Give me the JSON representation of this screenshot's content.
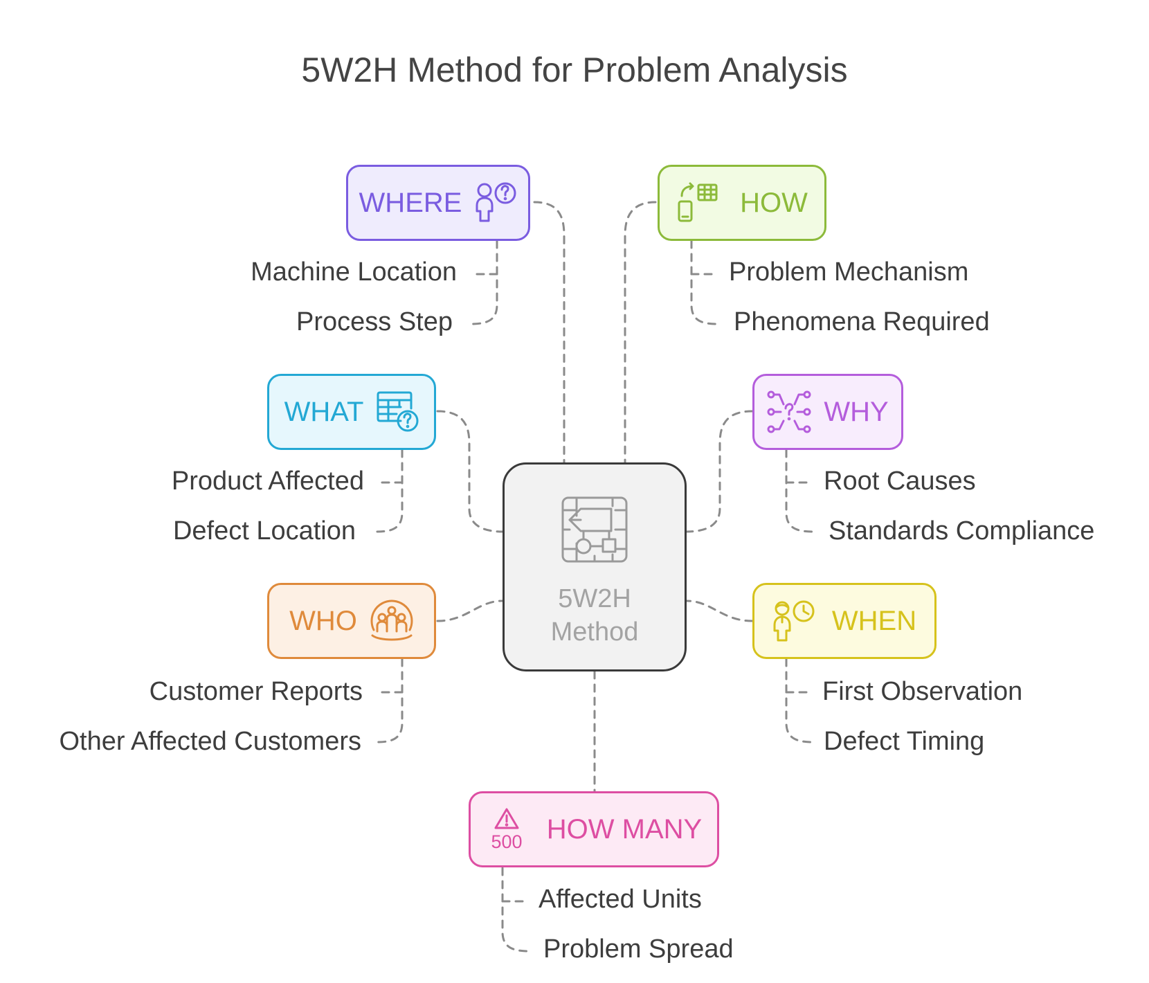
{
  "title": "5W2H Method for Problem Analysis",
  "center": {
    "line1": "5W2H",
    "line2": "Method",
    "icon": "flowchart-icon",
    "border": "#3a3a3a",
    "fill": "#f2f2f2",
    "text": "#a3a3a3"
  },
  "categories": {
    "where": {
      "label": "WHERE",
      "icon": "person-question-icon",
      "color": "#7a5ce0",
      "fill": "#efecfd",
      "items": [
        "Machine Location",
        "Process Step"
      ]
    },
    "how": {
      "label": "HOW",
      "icon": "device-table-transfer-icon",
      "color": "#8cba3a",
      "fill": "#f2fbe3",
      "items": [
        "Problem Mechanism",
        "Phenomena Required"
      ]
    },
    "what": {
      "label": "WHAT",
      "icon": "table-question-icon",
      "color": "#23a8d4",
      "fill": "#e6f7fd",
      "items": [
        "Product Affected",
        "Defect Location"
      ]
    },
    "why": {
      "label": "WHY",
      "icon": "network-question-icon",
      "color": "#b45ddc",
      "fill": "#f8edfd",
      "items": [
        "Root Causes",
        "Standards Compliance"
      ]
    },
    "who": {
      "label": "WHO",
      "icon": "group-people-icon",
      "color": "#df8a3b",
      "fill": "#fdf0e4",
      "items": [
        "Customer Reports",
        "Other Affected Customers"
      ]
    },
    "when": {
      "label": "WHEN",
      "icon": "person-clock-icon",
      "color": "#d6c21c",
      "fill": "#fdfbdf",
      "items": [
        "First Observation",
        "Defect Timing"
      ]
    },
    "how_many": {
      "label": "HOW MANY",
      "icon": "warning-500-icon",
      "color": "#dd4ea2",
      "fill": "#fdeaf5",
      "items": [
        "Affected Units",
        "Problem Spread"
      ],
      "icon_text": "500"
    }
  },
  "connector_color": "#8a8a8a"
}
